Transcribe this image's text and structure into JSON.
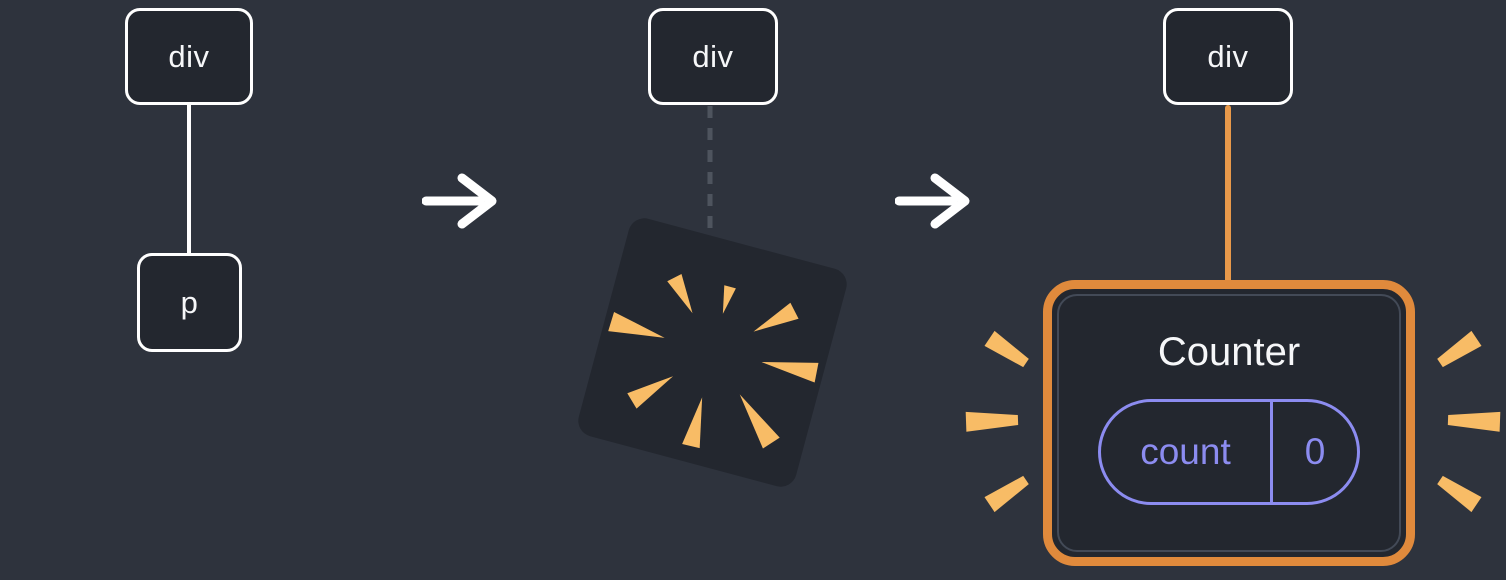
{
  "stages": {
    "dom_tree": {
      "parent_label": "div",
      "child_label": "p"
    },
    "mounting": {
      "parent_label": "div"
    },
    "rendered": {
      "parent_label": "div",
      "component_title": "Counter",
      "state_key": "count",
      "state_value": "0"
    }
  },
  "icons": {
    "arrow_right": "arrow-right-icon",
    "spark_burst": "spark-burst-icon",
    "emphasis_sparks": "emphasis-sparks-icon"
  },
  "colors": {
    "background": "#2E333D",
    "node_fill": "#23272F",
    "node_border": "#FFFFFF",
    "text_primary": "#F6F7F9",
    "arrow_white": "#FFFFFF",
    "dashed_connector": "#4E545E",
    "spark_orange": "#F8BC66",
    "accent_orange": "#E08A3C",
    "connector_orange": "#E8994A",
    "state_purple": "#8C8CF0",
    "inner_border": "#434A57"
  }
}
